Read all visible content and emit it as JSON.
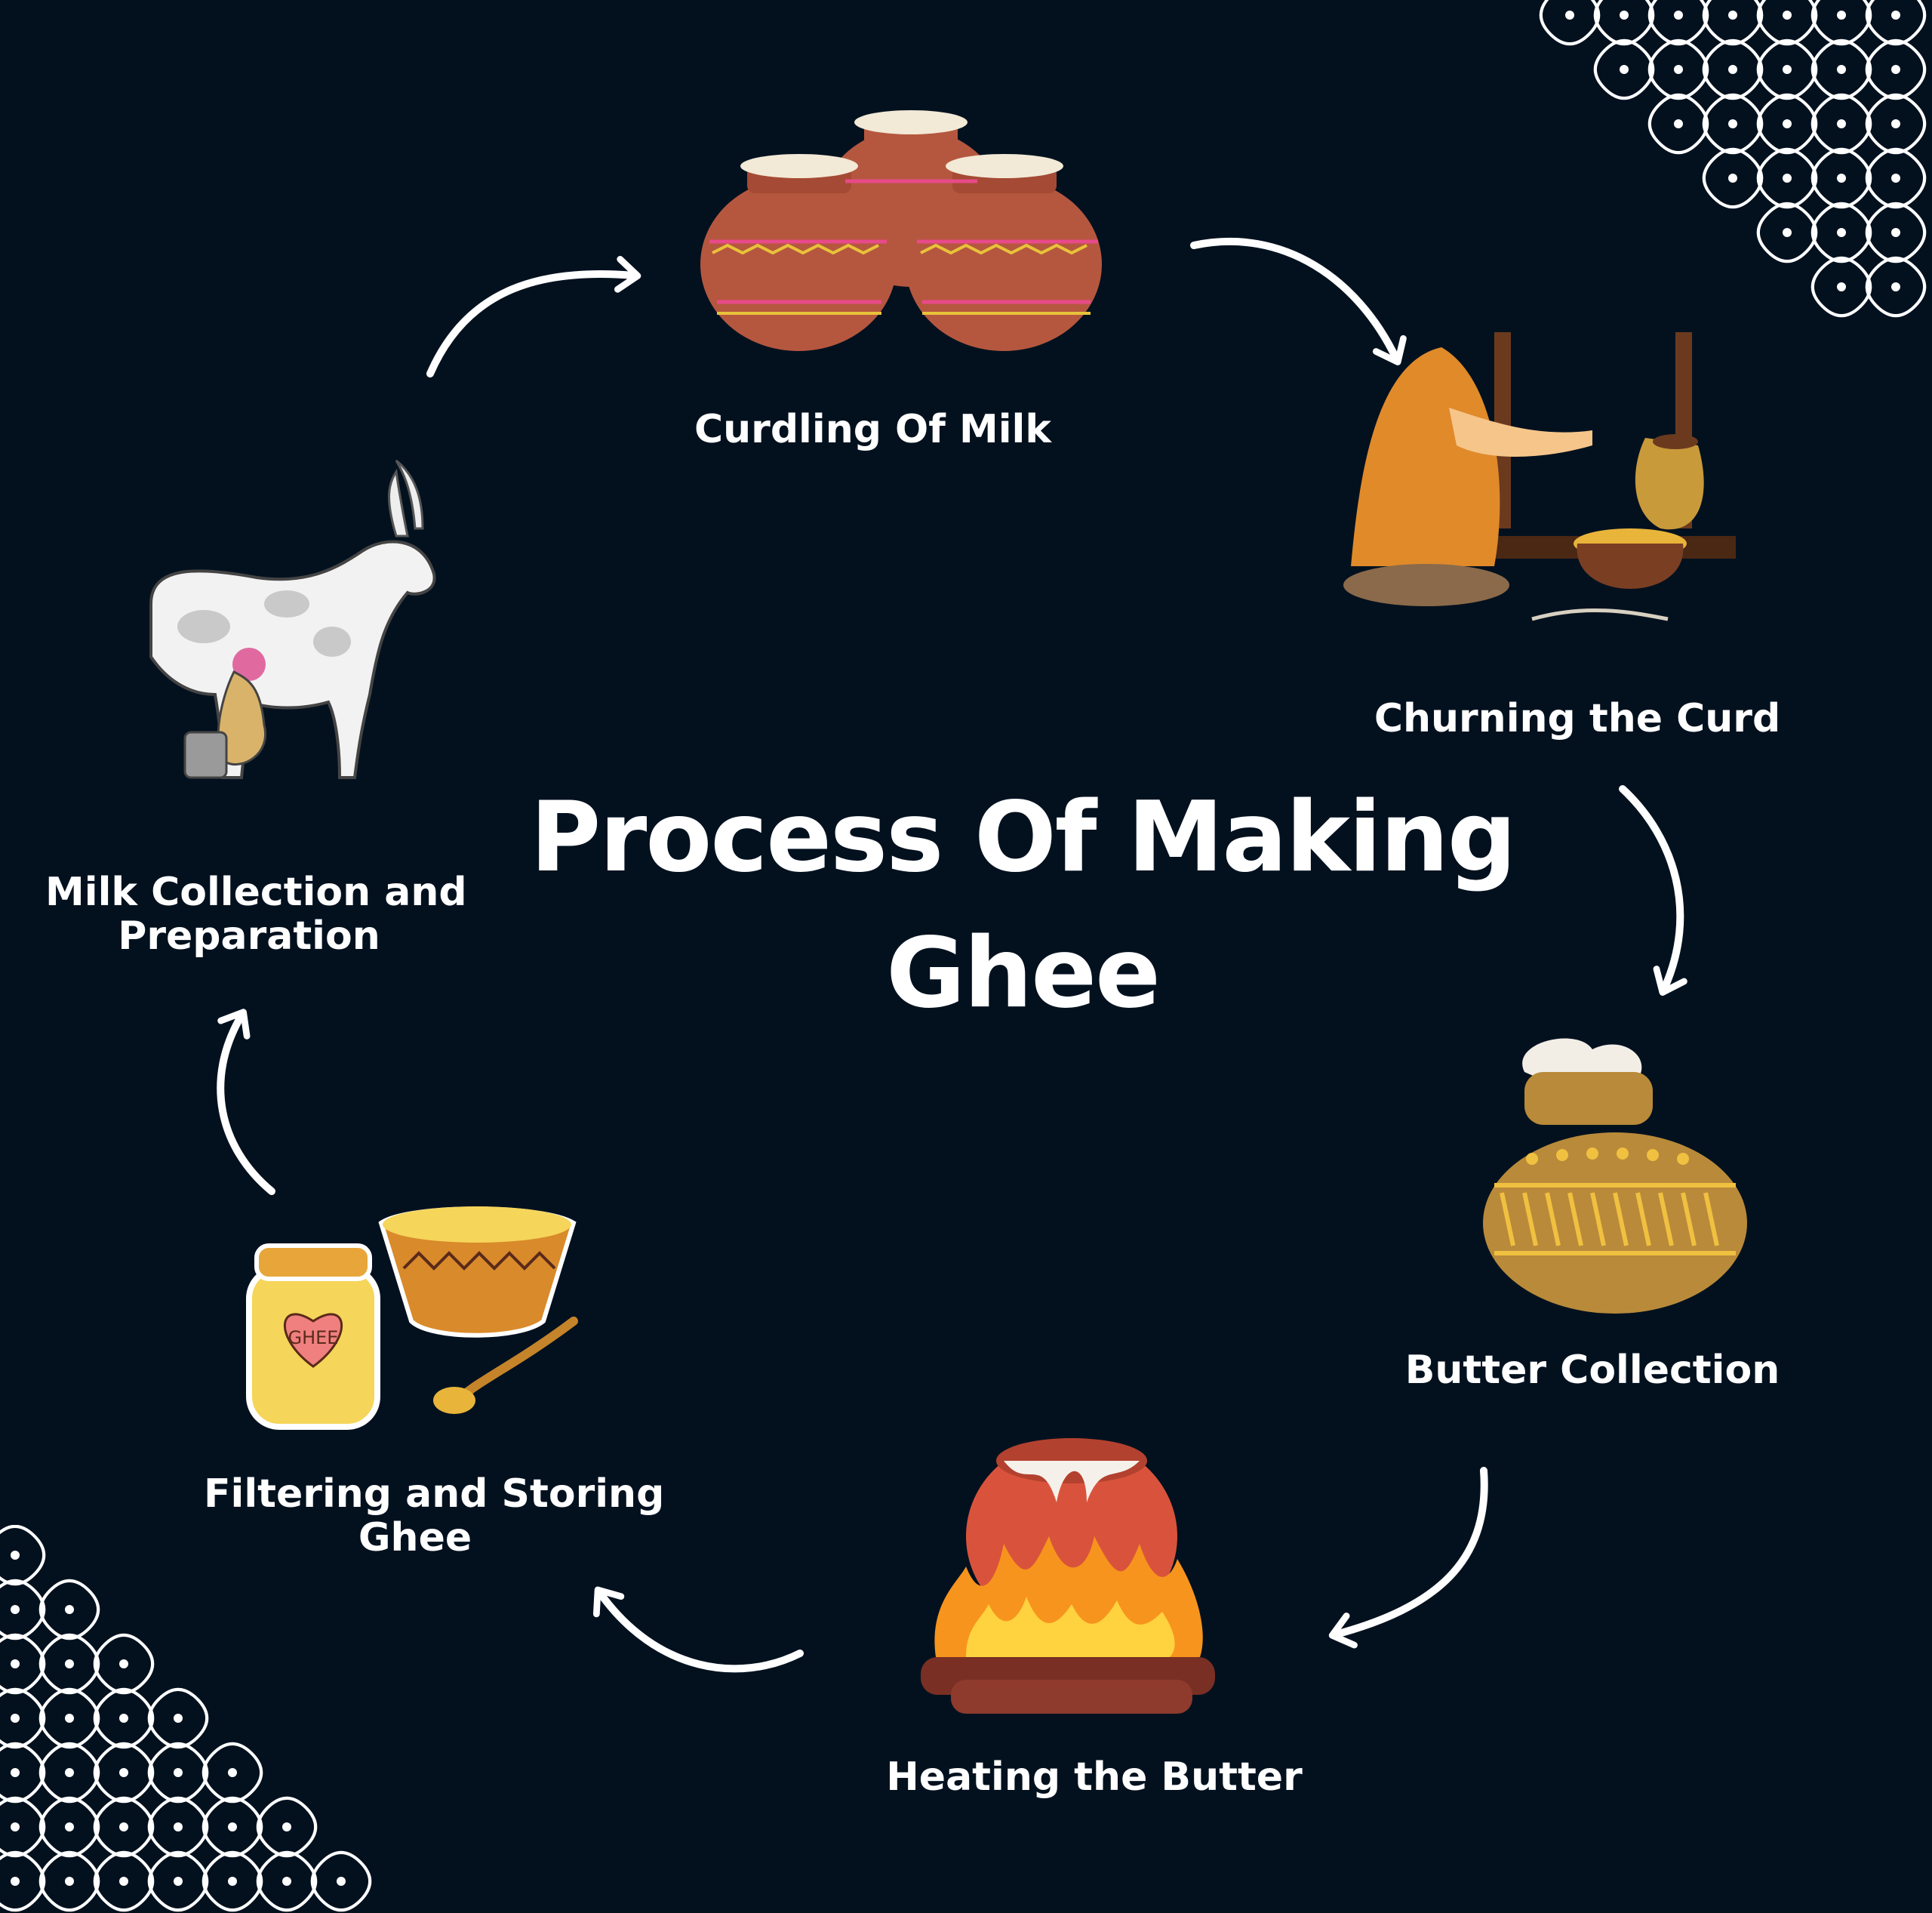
{
  "title": {
    "line1": "Process Of Making",
    "line2": "Ghee"
  },
  "steps": [
    {
      "label": "Curdling Of Milk"
    },
    {
      "label": "Churning the Curd"
    },
    {
      "label": "Butter Collection"
    },
    {
      "label": "Heating the Butter"
    },
    {
      "label_line1": "Filtering and Storing",
      "label_line2": "Ghee"
    },
    {
      "label_line1": "Milk Collection and",
      "label_line2": "Preparation"
    }
  ],
  "colors": {
    "background": "#03111f",
    "text": "#ffffff",
    "clay": "#b5573f",
    "butter": "#e8b43a",
    "fire": "#f7941d"
  },
  "icons": [
    "clay-pots",
    "churning-woman",
    "butter-pot",
    "pot-on-fire",
    "ghee-jar-bowl-spoon",
    "cow-milking"
  ]
}
